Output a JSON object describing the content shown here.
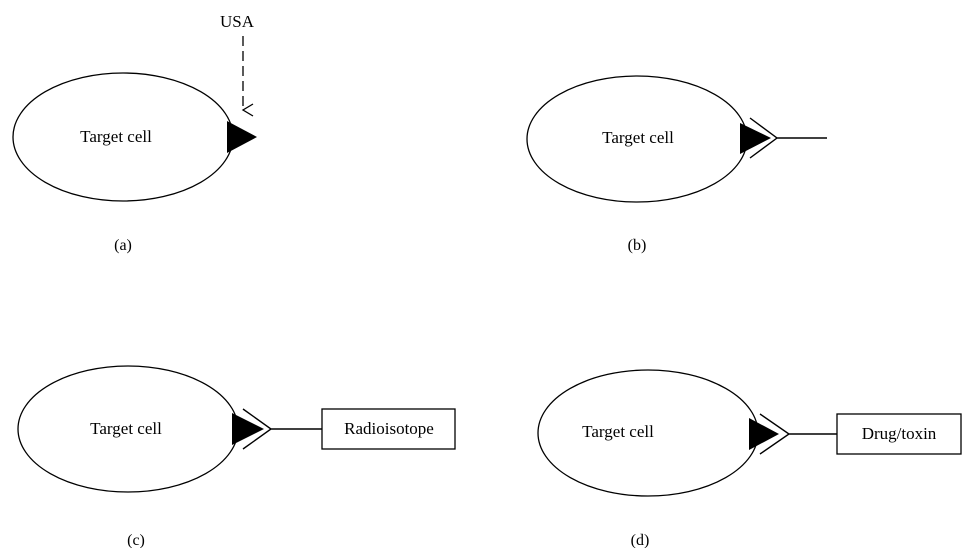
{
  "panels": {
    "a": {
      "cell_label": "Target cell",
      "caption": "(a)",
      "arrow_label": "USA"
    },
    "b": {
      "cell_label": "Target cell",
      "caption": "(b)"
    },
    "c": {
      "cell_label": "Target cell",
      "caption": "(c)",
      "box_label": "Radioisotope"
    },
    "d": {
      "cell_label": "Target cell",
      "caption": "(d)",
      "box_label": "Drug/toxin"
    }
  }
}
